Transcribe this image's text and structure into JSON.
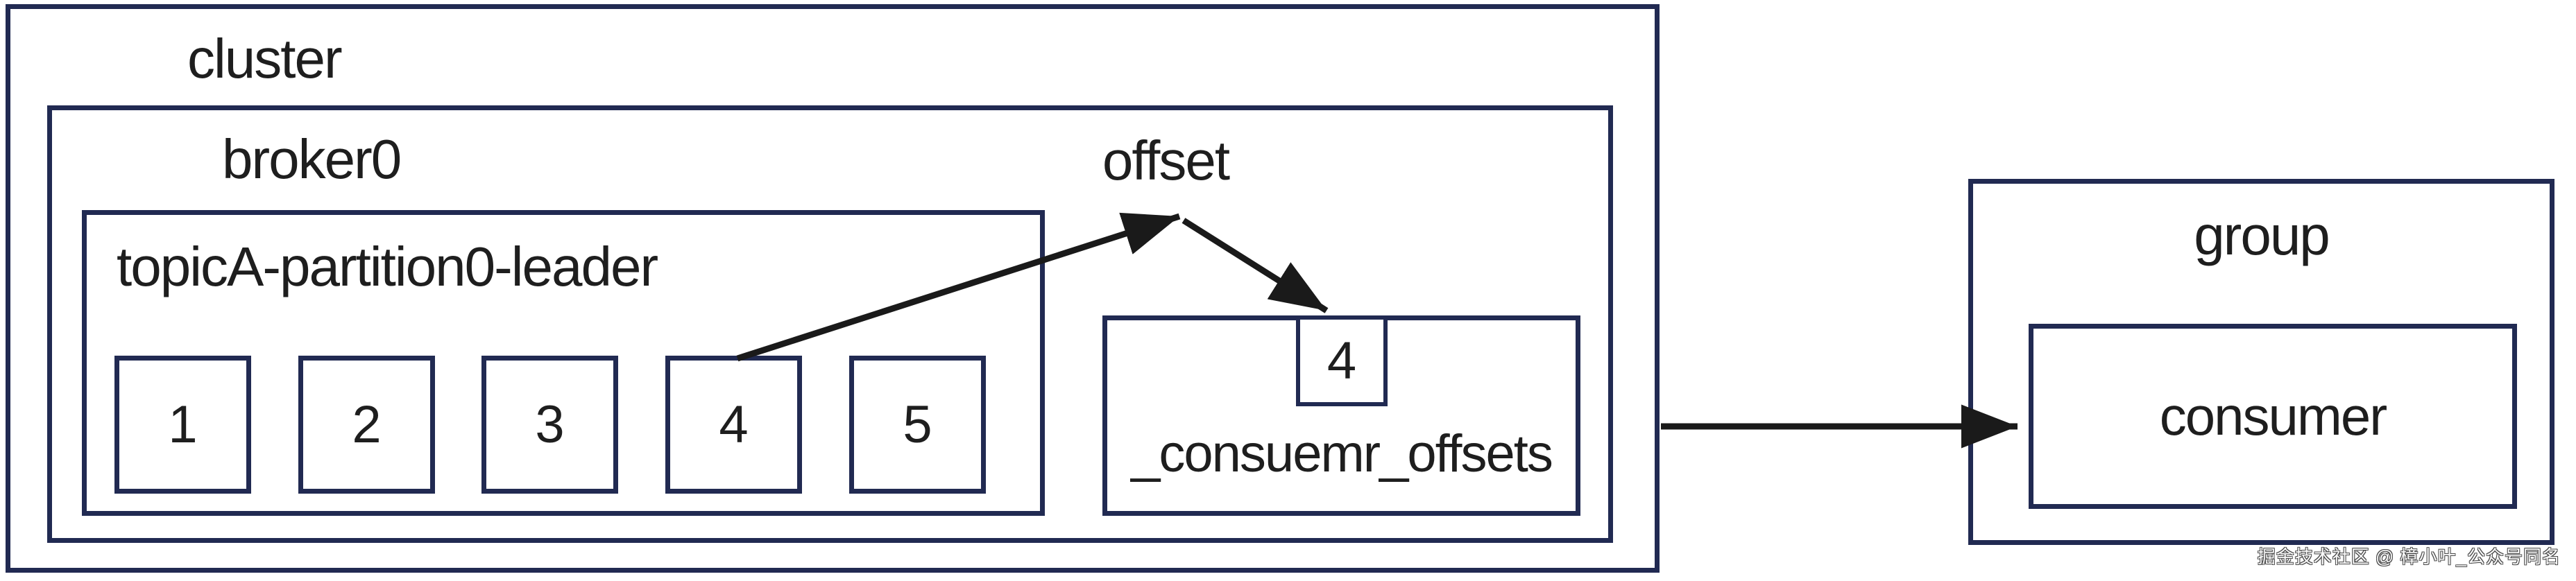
{
  "colors": {
    "border": "#212a52",
    "text": "#1e1e1e",
    "arrow": "#1a1a1a",
    "background": "#ffffff",
    "watermark_text": "#f8f8f8",
    "watermark_outline": "#4a4a4a"
  },
  "cluster": {
    "label": "cluster"
  },
  "broker": {
    "label": "broker0"
  },
  "partition": {
    "label": "topicA-partition0-leader",
    "messages": [
      "1",
      "2",
      "3",
      "4",
      "5"
    ]
  },
  "offset_label": "offset",
  "offsets_topic": {
    "label": "_consuemr_offsets",
    "committed_offset": "4"
  },
  "group": {
    "label": "group"
  },
  "consumer": {
    "label": "consumer"
  },
  "watermark": "掘金技术社区 @ 樟小叶_公众号同名"
}
